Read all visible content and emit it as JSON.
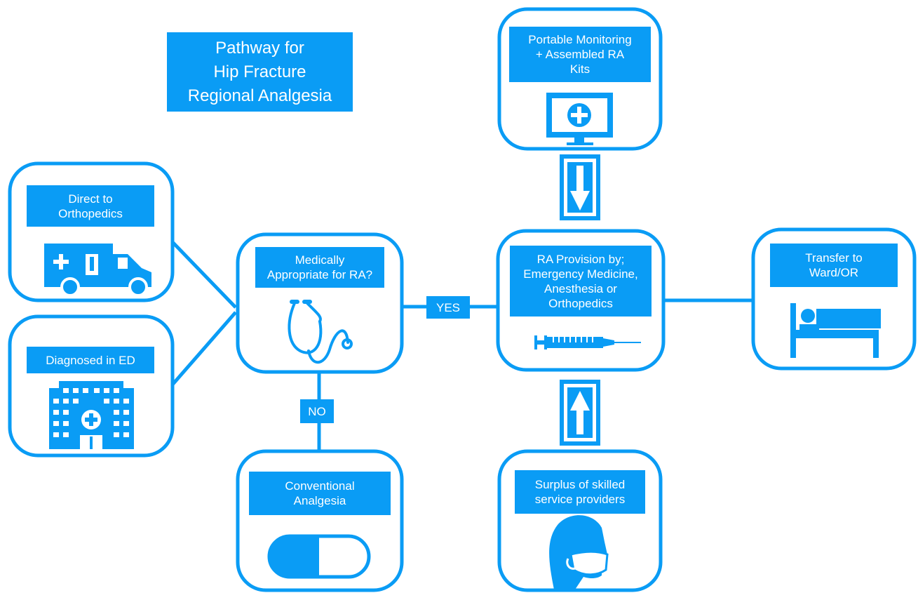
{
  "title": "Pathway for\nHip Fracture\nRegional Analgesia",
  "nodes": {
    "direct": {
      "label": "Direct to\nOrthopedics",
      "icon": "ambulance-icon"
    },
    "diagnosed": {
      "label": "Diagnosed in ED",
      "icon": "hospital-icon"
    },
    "medically": {
      "label": "Medically\nAppropriate for RA?",
      "icon": "stethoscope-icon"
    },
    "conventional": {
      "label": "Conventional\nAnalgesia",
      "icon": "pill-icon"
    },
    "provision": {
      "label": "RA Provision by;\nEmergency Medicine,\nAnesthesia or\nOrthopedics",
      "icon": "syringe-icon"
    },
    "monitoring": {
      "label": "Portable Monitoring\n+ Assembled RA\nKits",
      "icon": "monitor-icon"
    },
    "surplus": {
      "label": "Surplus of skilled\nservice providers",
      "icon": "masked-person-icon"
    },
    "transfer": {
      "label": "Transfer to\nWard/OR",
      "icon": "bed-icon"
    }
  },
  "edges": {
    "yes": "YES",
    "no": "NO"
  },
  "colors": {
    "accent": "#0a9cf5",
    "background": "#ffffff"
  }
}
